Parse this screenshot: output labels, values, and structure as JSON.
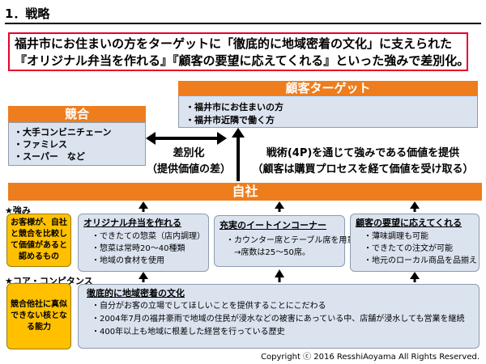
{
  "section_title": "1．戦略",
  "headline": {
    "line1": "福井市にお住まいの方をターゲットに「徹底的に地域密着の文化」に支えられた",
    "line2": "『オリジナル弁当を作れる』『顧客の要望に応えてくれる』といった強みで差別化。"
  },
  "customer_target": {
    "title": "顧客ターゲット",
    "items": [
      "・福井市にお住まいの方",
      "・福井市近隣で働く方"
    ]
  },
  "competition": {
    "title": "競合",
    "items": [
      "・大手コンビニチェーン",
      "・ファミレス",
      "・スーパー　など"
    ]
  },
  "differentiation": {
    "line1": "差別化",
    "line2": "（提供価値の差）"
  },
  "tactics": {
    "line1": "戦術(4P)を通じて強みである価値を提供",
    "line2": "（顧客は購買プロセスを経て価値を受け取る）"
  },
  "company": {
    "title": "自社"
  },
  "strengths": {
    "label": "★強み",
    "note": "お客様が、自社と競合を比較して価値があると認めるもの",
    "panels": [
      {
        "title": "オリジナル弁当を作れる",
        "items": [
          "できたての惣菜（店内調理）",
          "惣菜は常時20～40種類",
          "地域の食材を使用"
        ]
      },
      {
        "title": "充実のイートインコーナー",
        "items": [
          "カウンター席とテーブル席を用意。"
        ],
        "subline": "→席数は25～50席。"
      },
      {
        "title": "顧客の要望に応えてくれる",
        "items": [
          "薄味調理も可能",
          "できたての注文が可能",
          "地元のローカル商品を品揃え"
        ]
      }
    ]
  },
  "core_competence": {
    "label": "★コア・コンピタンス",
    "note": "競合他社に真似できない核となる能力",
    "title": "徹底的に地域密着の文化",
    "items": [
      "自分がお客の立場でしてほしいことを提供することにこだわる",
      "2004年7月の福井豪雨で地域の住民が浸水などの被害にあっている中、店舗が浸水しても営業を継続",
      "400年以上も地域に根差した経営を行っている歴史"
    ]
  },
  "copyright": "Copyright ⓒ 2016 ResshiAoyama All Rights Reserved.",
  "colors": {
    "accent_orange": "#ee7d1e",
    "panel_blue": "#dbe3ef",
    "note_yellow": "#ffc000",
    "headline_border": "#e8002a"
  }
}
